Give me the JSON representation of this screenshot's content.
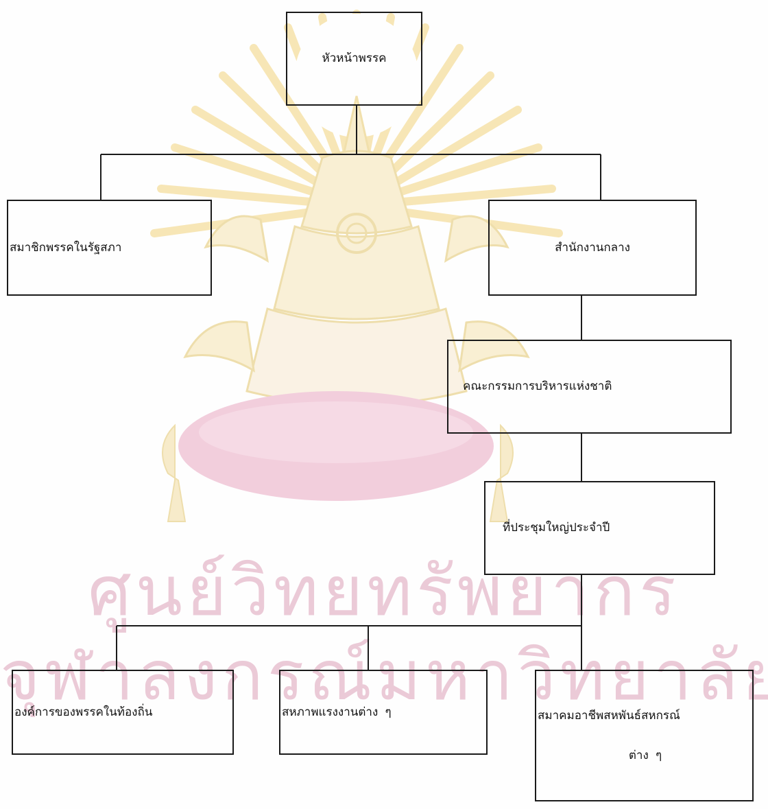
{
  "watermark": {
    "line1": "ศูนย์วิทยทรัพยากร",
    "line2": "จุฬาลงกรณ์มหาวิทยาลัย",
    "emblem": "chulalongkorn-phra-kiao-emblem"
  },
  "org_chart": {
    "head": "หัวหน้าพรรค",
    "members_parliament": "สมาชิกพรรคในรัฐสภา",
    "central_office": "สำนักงานกลาง",
    "national_executive": "คณะกรรมการบริหารแห่งชาติ",
    "annual_assembly": "ที่ประชุมใหญ่ประจำปี",
    "local_organizations": "องค์การของพรรคในท้องถิ่น",
    "labor_unions": "สหภาพแรงงานต่าง ๆ",
    "professional_associations_line1": "สมาคมอาชีพสหพันธ์สหกรณ์",
    "professional_associations_line2": "ต่าง ๆ"
  },
  "colors": {
    "line": "#1a1a1a",
    "watermark_pink": "#d77ea3",
    "watermark_gold": "#f1d27a"
  }
}
